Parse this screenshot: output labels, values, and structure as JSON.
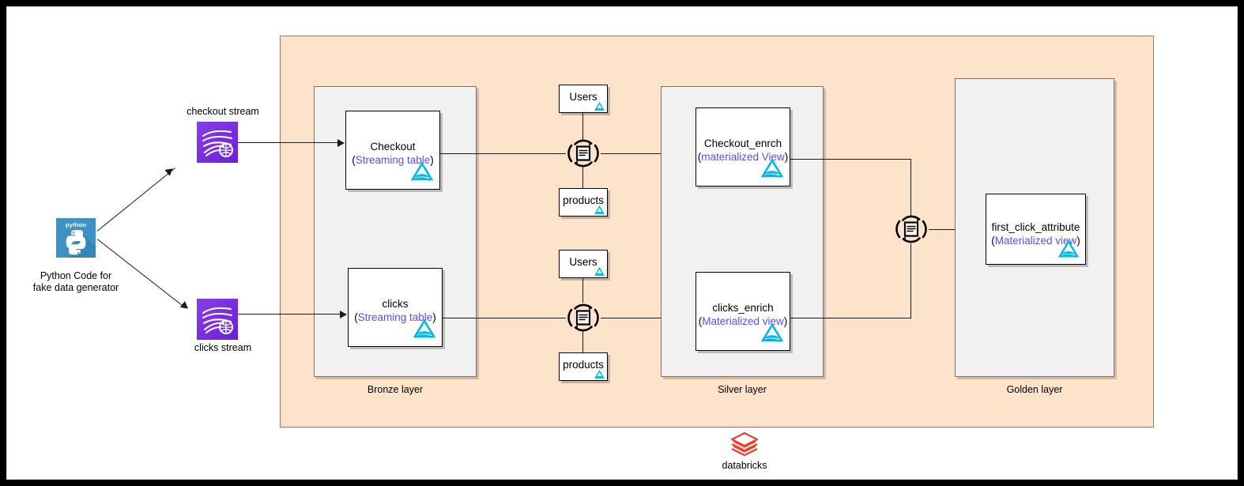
{
  "diagram": {
    "title": "Databricks Delta Live Tables medallion architecture",
    "platform_panel": {
      "name": "databricks-platform",
      "color": "#fde3ca",
      "border": "#b06a78"
    }
  },
  "source": {
    "icon": "python-icon",
    "icon_text": "python",
    "label_line1": "Python Code for",
    "label_line2": "fake data generator"
  },
  "streams": [
    {
      "icon": "stream-icon",
      "label": "checkout stream"
    },
    {
      "icon": "stream-icon",
      "label": "clicks stream"
    }
  ],
  "bronze": {
    "layer_label": "Bronze layer",
    "nodes": [
      {
        "title": "Checkout",
        "subtitle_open": "(",
        "subtitle_type": "Streaming table",
        "subtitle_close": ")",
        "icon": "delta-lake-icon"
      },
      {
        "title": "clicks",
        "subtitle_open": "(",
        "subtitle_type": "Streaming table",
        "subtitle_close": ")",
        "icon": "delta-lake-icon"
      }
    ]
  },
  "reference_tables": [
    {
      "title": "Users",
      "icon": "delta-lake-icon"
    },
    {
      "title": "products",
      "icon": "delta-lake-icon"
    },
    {
      "title": "Users",
      "icon": "delta-lake-icon"
    },
    {
      "title": "products",
      "icon": "delta-lake-icon"
    }
  ],
  "joins": [
    {
      "icon": "join-refresh-icon"
    },
    {
      "icon": "join-refresh-icon"
    },
    {
      "icon": "join-refresh-icon"
    }
  ],
  "silver": {
    "layer_label": "Silver layer",
    "nodes": [
      {
        "title": "Checkout_enrch",
        "subtitle_open": "(",
        "subtitle_type": "materialized View",
        "subtitle_close": ")",
        "icon": "delta-lake-icon"
      },
      {
        "title": "clicks_enrich",
        "subtitle_open": "(",
        "subtitle_type": "Materialized view",
        "subtitle_close": ")",
        "icon": "delta-lake-icon"
      }
    ]
  },
  "golden": {
    "layer_label": "Golden layer",
    "nodes": [
      {
        "title": "first_click_attribute",
        "subtitle_open": "(",
        "subtitle_type": "Materialized view",
        "subtitle_close": ")",
        "icon": "delta-lake-icon"
      }
    ]
  },
  "footer": {
    "logo": "databricks-logo",
    "label": "databricks",
    "logo_color": "#ef3d30"
  },
  "colors": {
    "delta_cyan": "#00b9e4",
    "materialized_view_text": "#5b4bfc",
    "stream_purple": "#7a2ae0",
    "python_blue": "#3f93c4",
    "layer_gray": "#f1f1f1"
  }
}
